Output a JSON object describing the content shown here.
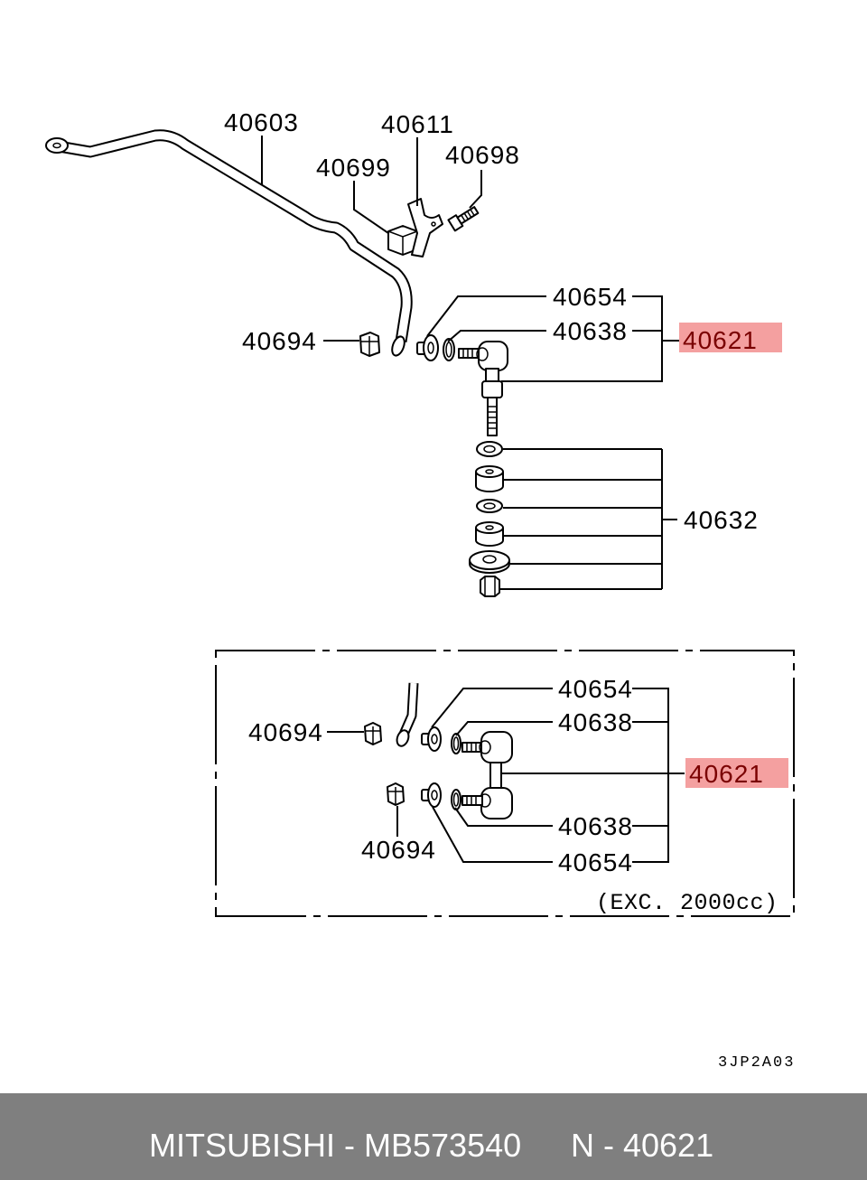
{
  "top_section": {
    "label_40603": "40603",
    "label_40611": "40611",
    "label_40698": "40698",
    "label_40699": "40699",
    "label_40654": "40654",
    "label_40638": "40638",
    "label_40621": "40621",
    "label_40694": "40694",
    "label_40632": "40632"
  },
  "detail_box": {
    "label_40654_upper": "40654",
    "label_40638_upper": "40638",
    "label_40694_left": "40694",
    "label_40621": "40621",
    "label_40638_lower": "40638",
    "label_40694_lower": "40694",
    "label_40654_lower": "40654",
    "note": "(EXC. 2000cc)"
  },
  "diagram_code": "3JP2A03",
  "footer": {
    "brand_part": "MITSUBISHI - MB573540",
    "ref": "N - 40621"
  },
  "colors": {
    "highlight": "#f4a0a0",
    "highlight_text": "#7a0000",
    "footer_bg": "#7f7f7f"
  }
}
